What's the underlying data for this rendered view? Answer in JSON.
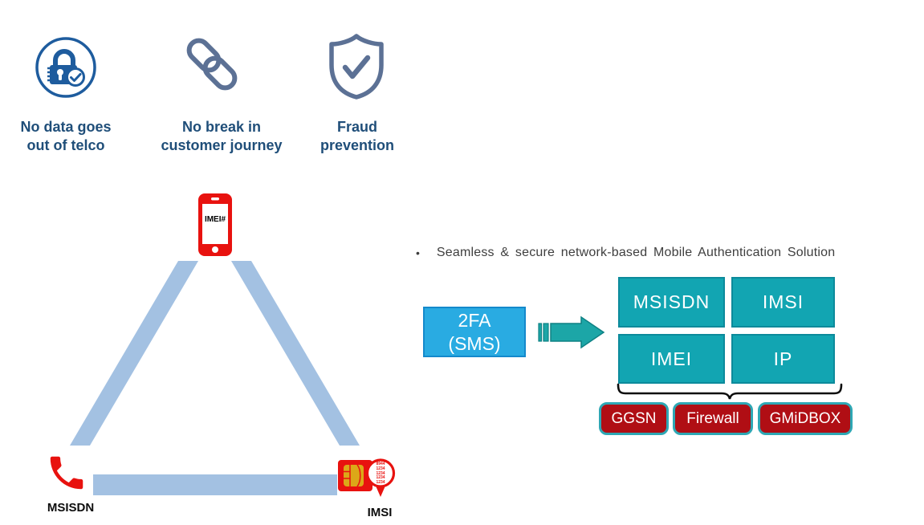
{
  "benefits": {
    "items": [
      {
        "icon": "lock-check-icon",
        "line1": "No data goes",
        "line2": "out of telco"
      },
      {
        "icon": "chain-link-icon",
        "line1": "No break in",
        "line2": "customer journey"
      },
      {
        "icon": "shield-check-icon",
        "line1": "Fraud",
        "line2": "prevention"
      }
    ]
  },
  "triangle": {
    "top_node_label": "IMEI#",
    "left_node_label": "MSISDN",
    "right_node_label": "IMSI",
    "sim_numbers": [
      "8944",
      "1234",
      "1234",
      "1234",
      "1234"
    ]
  },
  "solution": {
    "bullet_char": "•",
    "bullet_text": "Seamless & secure network-based Mobile Authentication Solution",
    "source_line1": "2FA",
    "source_line2": "(SMS)",
    "identifiers": [
      "MSISDN",
      "IMSI",
      "IMEI",
      "IP"
    ],
    "network_elements": [
      "GGSN",
      "Firewall",
      "GMiDBOX"
    ]
  },
  "colors": {
    "accent_red": "#E8120F",
    "dark_red_box": "#B00E14",
    "teal_box": "#12A5B2",
    "teal_arrow": "#1CA6A7",
    "cyan_box": "#29ABE2",
    "light_blue_band": "#A3C1E2",
    "navy_text": "#1F4E79",
    "lock_icon_blue": "#1E5C9E",
    "slate_icon": "#5C7195"
  }
}
